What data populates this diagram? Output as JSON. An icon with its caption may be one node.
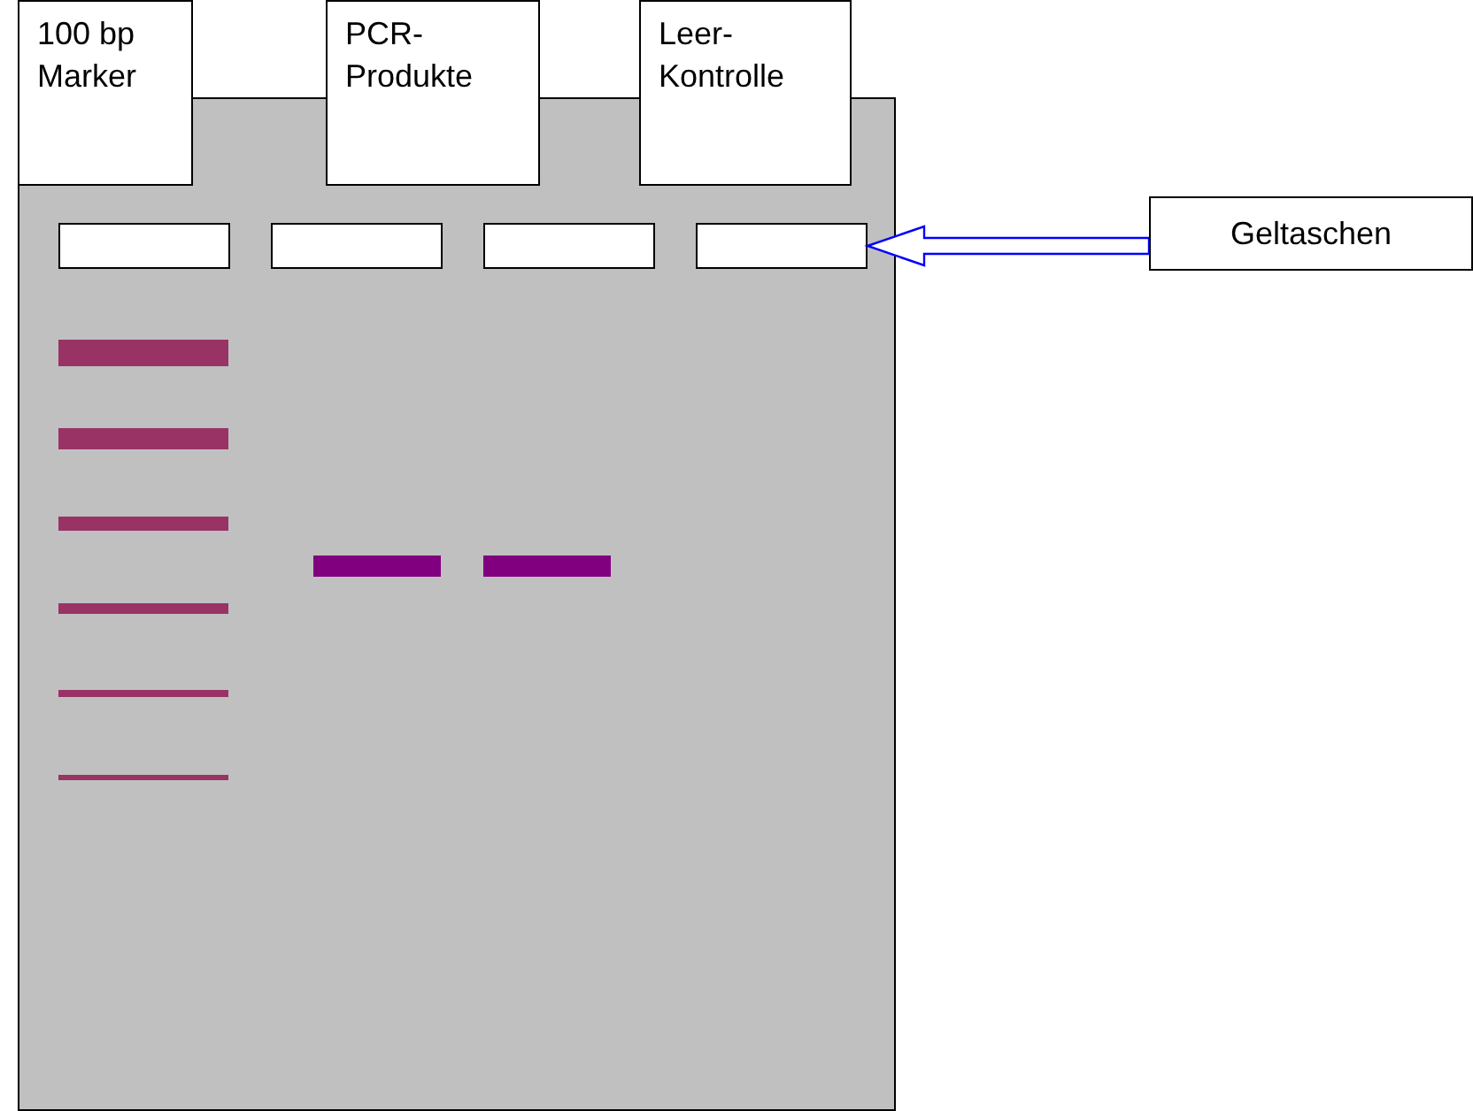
{
  "diagram": {
    "nodes": [
      {
        "text": [],
        "shape": "box"
      },
      {
        "text": [
          "100 bp Marker"
        ]
      },
      {
        "text": [
          "PCR-Produkte"
        ]
      },
      {
        "text": [
          "Leer-Kontrolle"
        ]
      },
      {
        "text": [],
        "shape": "box",
        "in": 0
      },
      {
        "text": [],
        "shape": "box",
        "in": 0
      },
      {
        "text": [],
        "shape": "box",
        "in": 0
      },
      {
        "text": [],
        "shape": "box",
        "in": 0
      },
      {
        "text": [],
        "shape": "bar",
        "in": 0
      },
      {
        "text": [],
        "shape": "bar",
        "in": 0
      },
      {
        "text": [],
        "shape": "bar",
        "in": 0
      },
      {
        "text": [],
        "shape": "bar",
        "in": 0
      },
      {
        "text": [],
        "shape": "bar",
        "in": 0
      },
      {
        "text": [],
        "shape": "bar",
        "in": 0
      },
      {
        "text": [],
        "shape": "bar",
        "in": 0
      },
      {
        "text": [],
        "shape": "bar",
        "in": 0
      },
      {
        "text": [
          "Geltaschen"
        ]
      }
    ],
    "edges": [
      {
        "from": 16,
        "to": 7,
        "arrow": "to"
      }
    ]
  }
}
